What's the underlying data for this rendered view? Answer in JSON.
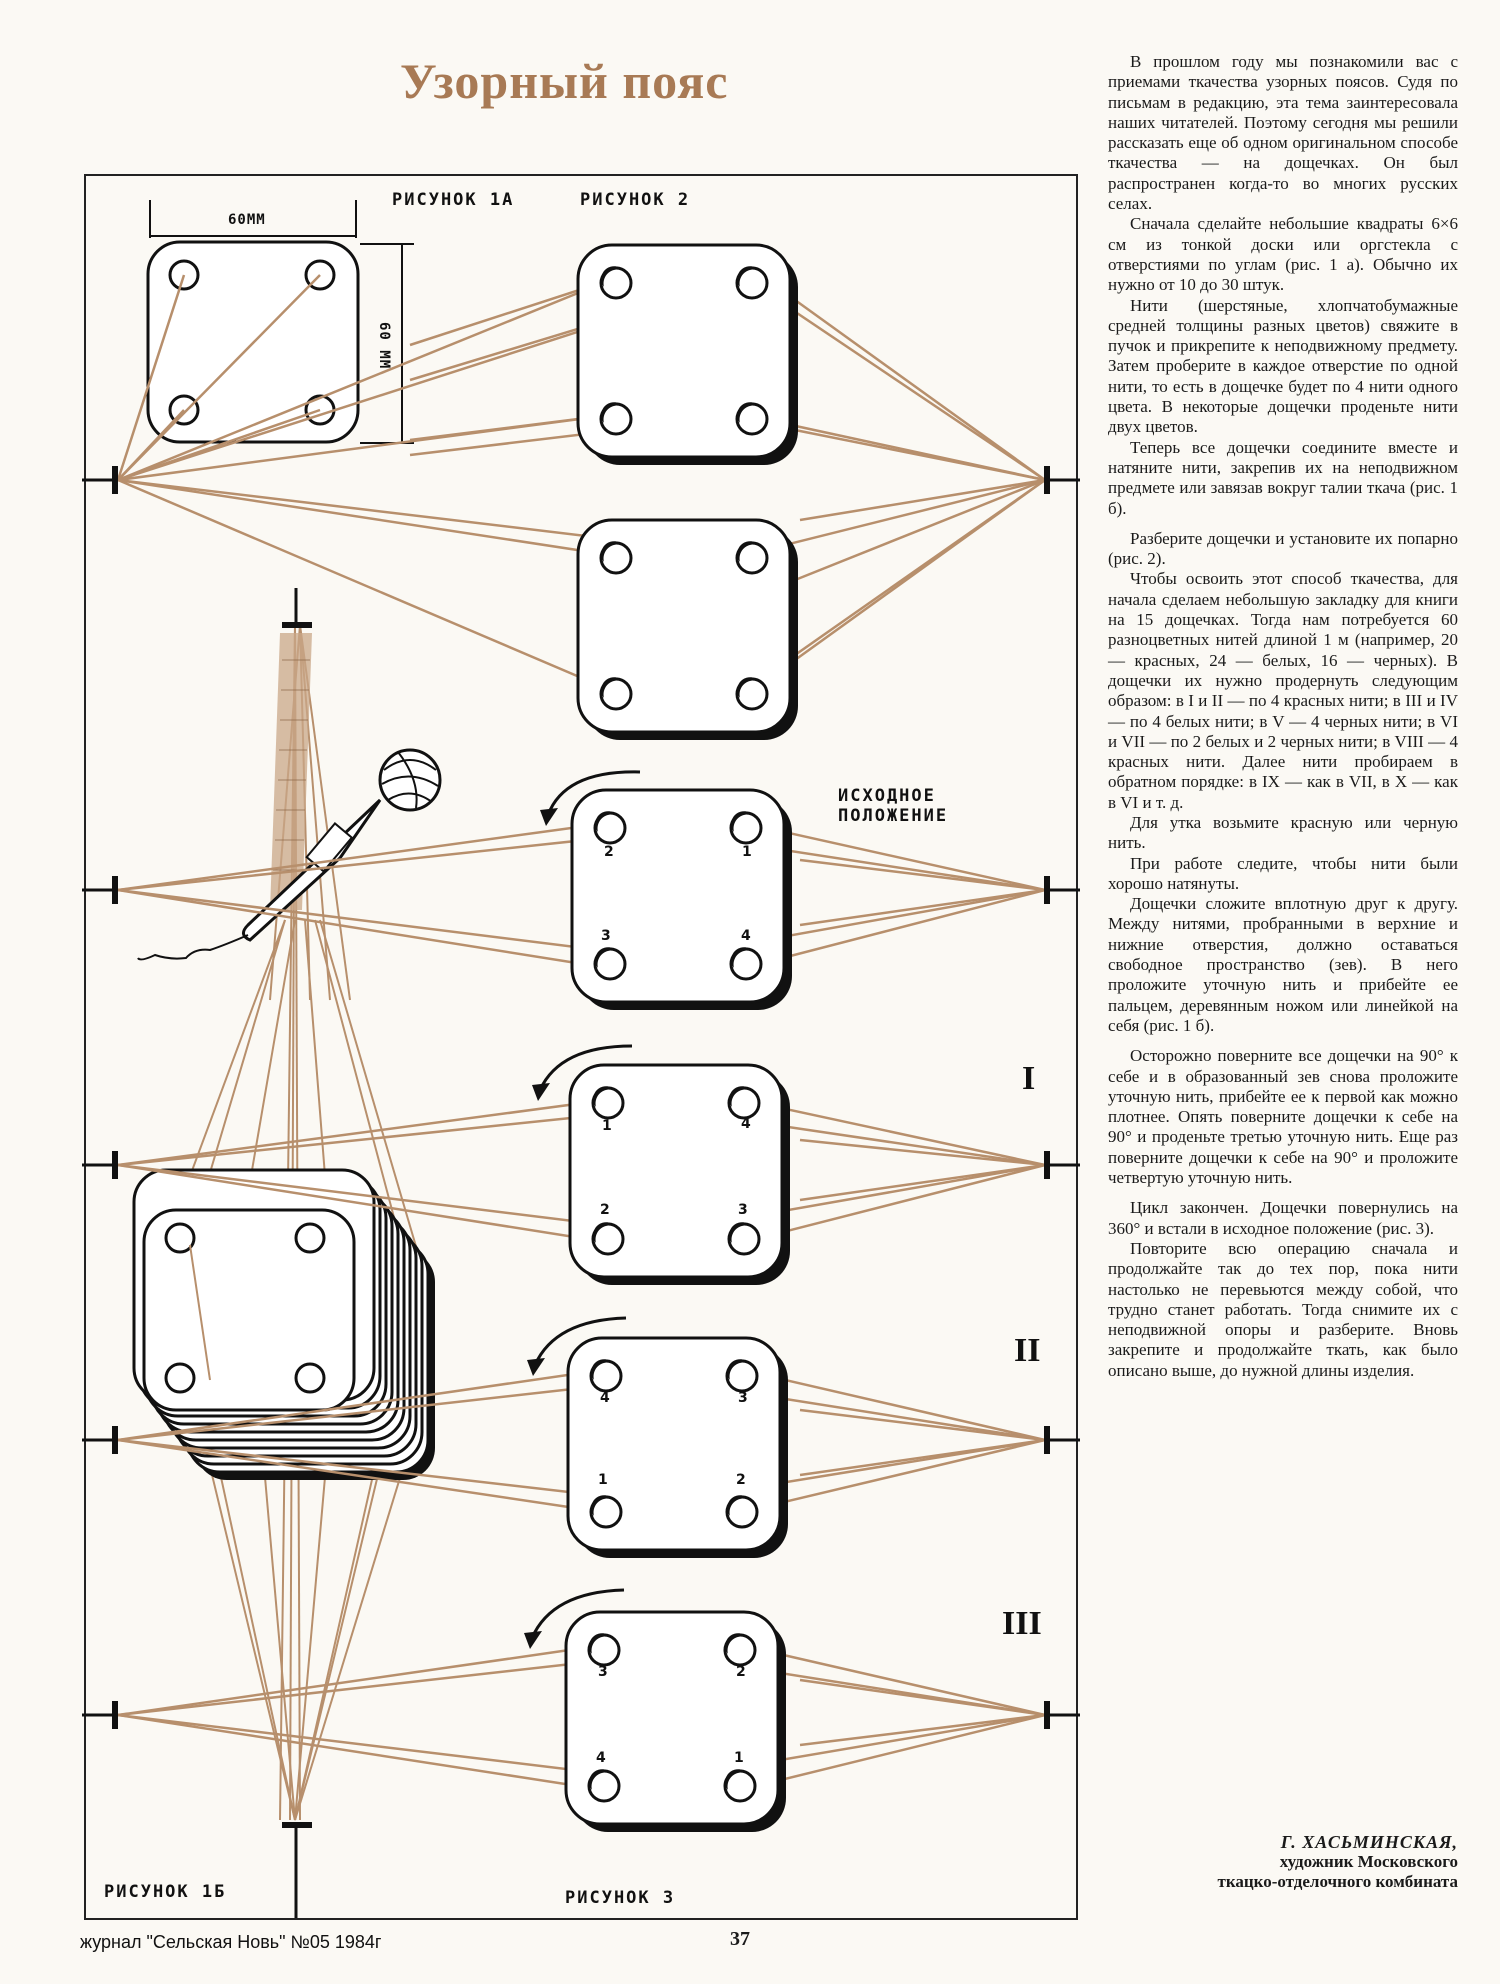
{
  "title": "Узорный пояс",
  "figures": {
    "fig1a": "РИСУНОК 1А",
    "fig2": "РИСУНОК 2",
    "fig1b": "РИСУНОК 1Б",
    "fig3": "РИСУНОК 3",
    "start_position": [
      "ИСХОДНОЕ",
      "ПОЛОЖЕНИЕ"
    ],
    "dim_width": "60ММ",
    "dim_height": "60 ММ",
    "roman": [
      "I",
      "II",
      "III"
    ],
    "holes": {
      "start": [
        "2",
        "1",
        "3",
        "4"
      ],
      "step1": [
        "1",
        "4",
        "2",
        "3"
      ],
      "step2": [
        "4",
        "3",
        "1",
        "2"
      ],
      "step3": [
        "3",
        "2",
        "4",
        "1"
      ]
    }
  },
  "colors": {
    "thread": "#b78f6c",
    "ink": "#111111",
    "title": "#a87a55"
  },
  "paragraphs": [
    "В прошлом году мы познакомили вас с приемами ткачества узорных поясов. Судя по письмам в редакцию, эта тема заинтересовала наших читателей. Поэтому сегодня мы решили рассказать еще об одном оригинальном способе ткачества — на дощечках. Он был распространен когда-то во многих русских селах.",
    "Сначала сделайте небольшие квадраты 6×6 см из тонкой доски или оргстекла с отверстиями по углам (рис. 1 а). Обычно их нужно от 10 до 30 штук.",
    "Нити (шерстяные, хлопчатобумажные средней толщины разных цветов) свяжите в пучок и прикрепите к неподвижному предмету. Затем проберите в каждое отверстие по одной нити, то есть в дощечке будет по 4 нити одного цвета. В некоторые дощечки проденьте нити двух цветов.",
    "Теперь все дощечки соедините вместе и натяните нити, закрепив их на неподвижном предмете или завязав вокруг талии ткача (рис. 1 б).",
    "Разберите дощечки и установите их попарно (рис. 2).",
    "Чтобы освоить этот способ ткачества, для начала сделаем небольшую закладку для книги на 15 дощечках. Тогда нам потребуется 60 разноцветных нитей длиной 1 м (например, 20 — красных, 24 — белых, 16 — черных). В дощечки их нужно продернуть следующим образом: в I и II — по 4 красных нити; в III и IV — по 4 белых нити; в V — 4 черных нити; в VI и VII — по 2 белых и 2 черных нити; в VIII — 4 красных нити. Далее нити пробираем в обратном порядке: в IX — как в VII, в X — как в VI и т. д.",
    "Для утка возьмите красную или черную нить.",
    "При работе следите, чтобы нити были хорошо натянуты.",
    "Дощечки сложите вплотную друг к другу. Между нитями, пробранными в верхние и нижние отверстия, должно оставаться свободное пространство (зев). В него проложите уточную нить и прибейте ее пальцем, деревянным ножом или линейкой на себя (рис. 1 б).",
    "Осторожно поверните все дощечки на 90° к себе и в образованный зев снова проложите уточную нить, прибейте ее к первой как можно плотнее. Опять поверните дощечки к себе на 90° и проденьте третью уточную нить. Еще раз поверните дощечки к себе на 90° и проложите четвертую уточную нить.",
    "Цикл закончен. Дощечки повернулись на 360° и встали в исходное положение (рис. 3).",
    "Повторите всю операцию сначала и продолжайте так до тех пор, пока нити настолько не перевьются между собой, что трудно станет работать. Тогда снимите их с неподвижной опоры и разберите. Вновь закрепите и продолжайте ткать, как было описано выше, до нужной длины изделия."
  ],
  "signature": {
    "name": "Г. ХАСЬМИНСКАЯ,",
    "role_1": "художник Московского",
    "role_2": "ткацко-отделочного комбината"
  },
  "footer": {
    "source": "журнал \"Сельская Новь\" №05 1984г",
    "page": "37"
  }
}
